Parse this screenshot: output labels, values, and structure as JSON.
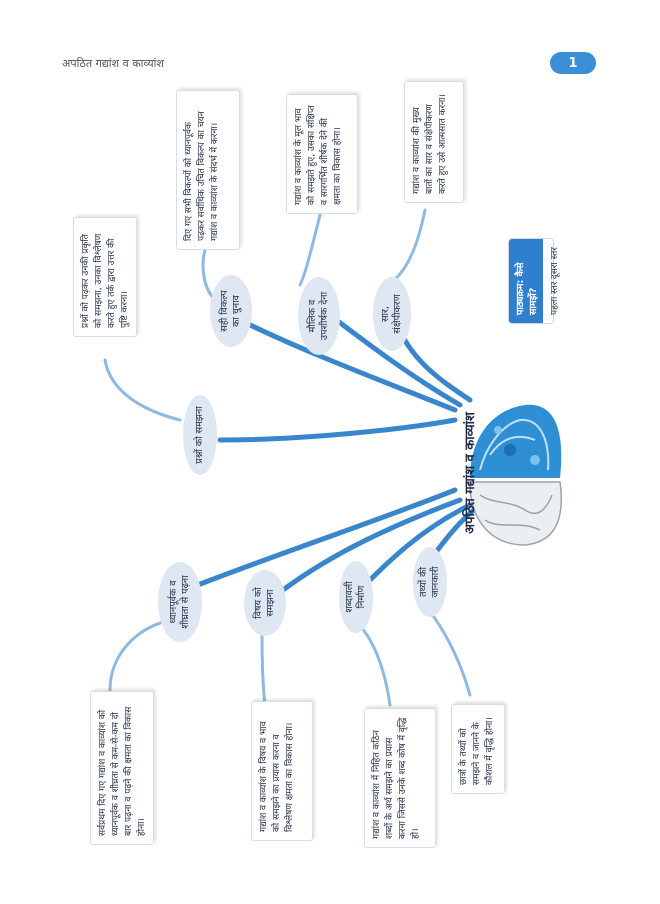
{
  "header": {
    "title": "अपठित गद्यांश व काव्यांश",
    "page_number": "1"
  },
  "center": {
    "label": "अपठित गद्यांश व काव्यांश"
  },
  "legend": {
    "title": "पाठ्यक्रम: कैसे सामझें?",
    "items": [
      "पहला स्तर",
      "दूसरा स्तर"
    ]
  },
  "branches": [
    {
      "label": "प्रश्नों को समझना",
      "detail": "प्रश्नों को पढ़कर उनकी प्रकृति को समझना, उनका विश्लेषण करते हुए तर्क द्वारा उत्तर की पुष्टि करना।"
    },
    {
      "label": "सही विकल्प का चुनाव",
      "detail": "दिए गए सभी विकल्पों को ध्यानपूर्वक पढ़कर सर्वाधिक उचित विकल्प का चयन गद्यांश व काव्यांश के संदर्भ में करना।"
    },
    {
      "label": "मौलिक व उपशीर्षक देना",
      "detail": "गद्यांश व काव्यांश के मूल भाव को समझते हुए, उसका संक्षिप्त व सारगर्भित शीर्षक देने की क्षमता का विकास होना।"
    },
    {
      "label": "सार, संक्षेपीकरण",
      "detail": "गद्यांश व काव्यांश की मुख्य बातों का सार व संक्षेपीकरण करते हुए उसे आत्मसात करना।"
    },
    {
      "label": "ध्यानपूर्वक व शीघ्रता से पढ़ना",
      "detail": "सर्वप्रथम दिए गए गद्यांश व काव्यांश को ध्यानपूर्वक व शीघ्रता से कम-से-कम दो बार पढ़ना व पढ़ने की क्षमता का विकास होना।"
    },
    {
      "label": "विषय को समझना",
      "detail": "गद्यांश व काव्यांश के विषय व भाव को समझने का प्रयास करना व विश्लेषण क्षमता का विकास होना।"
    },
    {
      "label": "शब्दावली निर्माण",
      "detail": "गद्यांश व काव्यांश में निहित कठिन शब्दों के अर्थ समझने का प्रयास करना जिससे उनके शब्द कोष में वृद्धि हो।"
    },
    {
      "label": "तथ्यों की जानकारी",
      "detail": "छात्रों के तथ्यों को समझने व जानने के कौशल में वृद्धि होना।"
    }
  ],
  "colors": {
    "line": "#3a86cc",
    "line_light": "#8fb9e0",
    "pill": "#dfe7f3",
    "badge": "#3b8fd6"
  }
}
